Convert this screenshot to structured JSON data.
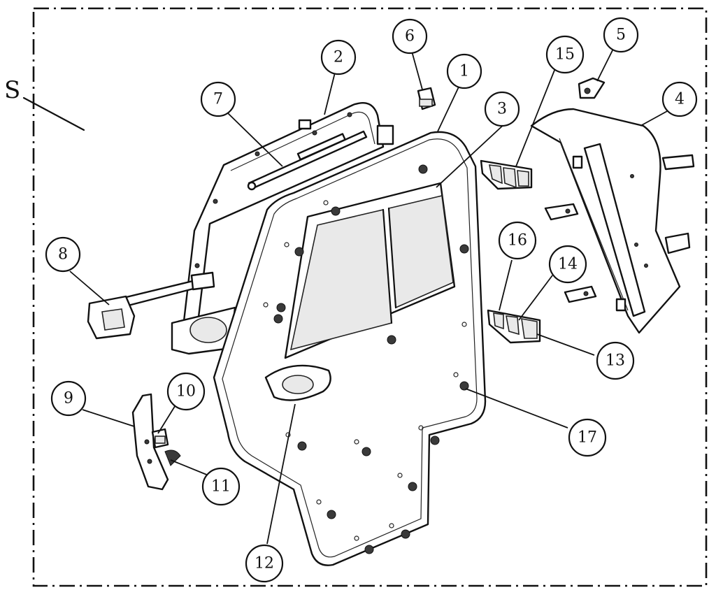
{
  "figure": {
    "section_label": "S",
    "callouts": [
      {
        "id": "1",
        "label": "1"
      },
      {
        "id": "2",
        "label": "2"
      },
      {
        "id": "3",
        "label": "3"
      },
      {
        "id": "4",
        "label": "4"
      },
      {
        "id": "5",
        "label": "5"
      },
      {
        "id": "6",
        "label": "6"
      },
      {
        "id": "7",
        "label": "7"
      },
      {
        "id": "8",
        "label": "8"
      },
      {
        "id": "9",
        "label": "9"
      },
      {
        "id": "10",
        "label": "10"
      },
      {
        "id": "11",
        "label": "11"
      },
      {
        "id": "12",
        "label": "12"
      },
      {
        "id": "13",
        "label": "13"
      },
      {
        "id": "14",
        "label": "14"
      },
      {
        "id": "15",
        "label": "15"
      },
      {
        "id": "16",
        "label": "16"
      },
      {
        "id": "17",
        "label": "17"
      }
    ]
  }
}
